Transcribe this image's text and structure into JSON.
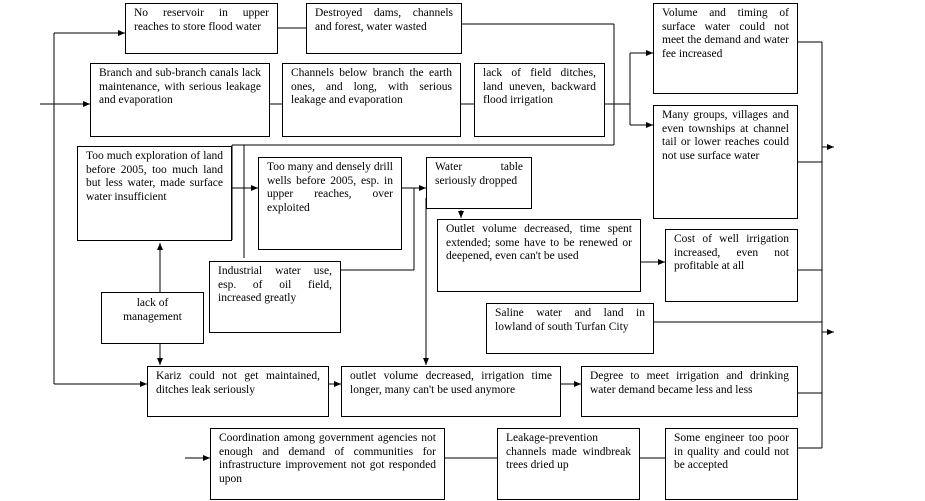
{
  "boxes": {
    "no_reservoir": "No reservoir in upper reaches to store flood water",
    "destroyed_dams": "Destroyed dams, channels and forest, water wasted",
    "volume_timing": "Volume and timing of surface water could not meet the demand and water fee increased",
    "branch_canals": "Branch and sub-branch canals lack maintenance, with serious leakage and evaporation",
    "channels_below": "Channels below branch the earth ones, and long, with serious leakage and evaporation",
    "field_ditches": "lack of field ditches, land uneven, backward flood irrigation",
    "many_groups": "Many groups, villages and even townships at channel tail or lower reaches could not use surface water",
    "too_much_exploration": "Too much exploration of land before 2005, too much land but less water, made surface water insufficient",
    "drill_wells": "Too many and densely drill wells before 2005, esp. in upper reaches, over exploited",
    "water_table": "Water table seriously dropped",
    "outlet_volume_wells": "Outlet volume decreased, time spent extended; some have to be renewed or deepened, even can't be used",
    "cost_well": "Cost of well irrigation increased, even not profitable at all",
    "industrial_water": "Industrial water use, esp. of oil field, increased greatly",
    "lack_management": "lack of management",
    "saline_water": "Saline water and land in lowland of south Turfan City",
    "kariz": "Kariz could not get maintained, ditches leak seriously",
    "outlet_volume_kariz": "outlet volume decreased, irrigation time longer, many can't be used anymore",
    "degree_meet": "Degree to meet irrigation and drinking water demand became less and less",
    "coordination": "Coordination among government agencies not enough and demand of communities for infrastructure improvement not got responded upon",
    "leakage_prevention": "Leakage-prevention channels made windbreak trees dried up",
    "engineer": "Some engineer too poor in quality and could not be accepted"
  }
}
